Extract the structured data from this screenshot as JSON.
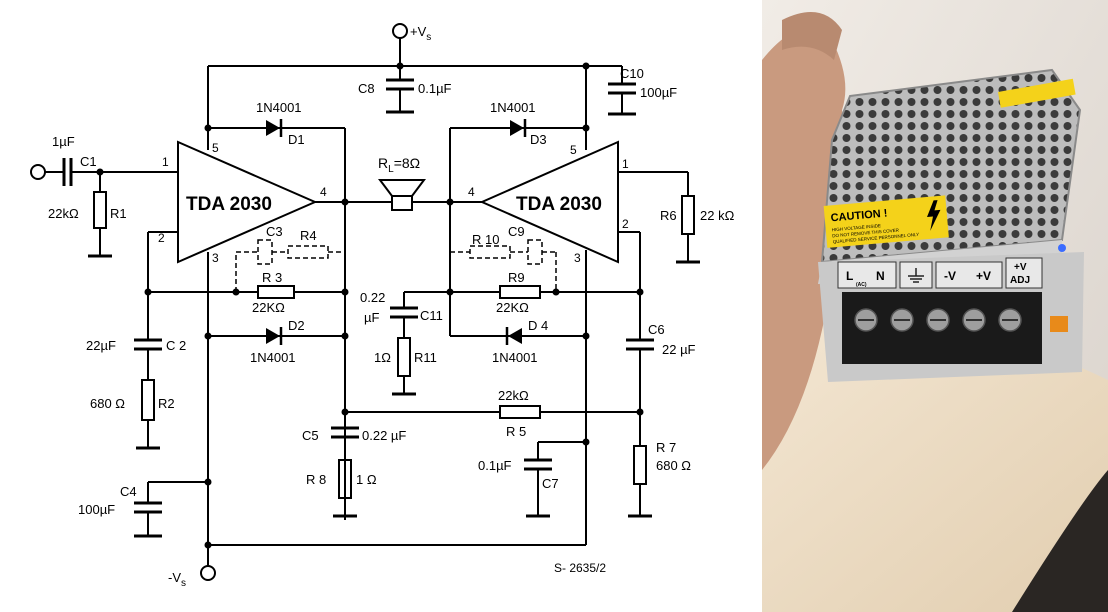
{
  "schematic": {
    "power": {
      "pos": "+V",
      "pos_sub": "s",
      "neg": "-V",
      "neg_sub": "s"
    },
    "chips": {
      "left": "TDA 2030",
      "right": "TDA 2030"
    },
    "load": {
      "label": "R",
      "sub": "L",
      "value": "=8Ω"
    },
    "pins": {
      "l1": "1",
      "l2": "2",
      "l3": "3",
      "l4": "4",
      "l5": "5",
      "r1": "1",
      "r2": "2",
      "r3": "3",
      "r4": "4",
      "r5": "5"
    },
    "labels": {
      "c1_val": "1µF",
      "c1": "C1",
      "r1_val": "22kΩ",
      "r1": "R1",
      "c8": "C8",
      "c8_val": "0.1µF",
      "c10": "C10",
      "c10_val": "100µF",
      "d1_val": "1N4001",
      "d1": "D1",
      "d3_val": "1N4001",
      "d3": "D3",
      "c3": "C3",
      "r4": "R4",
      "r3": "R 3",
      "r3_val": "22KΩ",
      "d2": "D2",
      "d2_val": "1N4001",
      "c2_val": "22µF",
      "c2": "C 2",
      "r2_val": "680 Ω",
      "r2": "R2",
      "c4": "C4",
      "c4_val": "100µF",
      "r10": "R 10",
      "c9": "C9",
      "r9": "R9",
      "r9_val": "22KΩ",
      "c11_val_a": "0.22",
      "c11_val_b": "µF",
      "c11": "C11",
      "r11_val": "1Ω",
      "r11": "R11",
      "d4": "D 4",
      "d4_val": "1N4001",
      "r6": "R6",
      "r6_val": "22 kΩ",
      "c6": "C6",
      "c6_val": "22 µF",
      "c5": "C5",
      "c5_val": "0.22 µF",
      "r5_val": "22kΩ",
      "r5": "R 5",
      "r8": "R 8",
      "r8_val": "1 Ω",
      "c7_val": "0.1µF",
      "c7": "C7",
      "r7": "R 7",
      "r7_val": "680 Ω",
      "code": "S- 2635/2"
    }
  },
  "photo": {
    "caution_title": "CAUTION !",
    "caution_line1": "HIGH VOLTAGE INSIDE",
    "caution_line2": "DO NOT REMOVE THIS COVER",
    "caution_line3": "QUALIFIED SERVICE PERSONNEL ONLY",
    "terminals": [
      "L",
      "N",
      "",
      "-V",
      "+V"
    ],
    "terminal_ac": "(AC)",
    "adj_line1": "+V",
    "adj_line2": "ADJ",
    "colors": {
      "label_yellow": "#f4d21a",
      "terminal_black": "#1a1a1a",
      "metal": "#c9c9c9",
      "wood": "#ecdcc4",
      "skin": "#c89a80"
    }
  }
}
